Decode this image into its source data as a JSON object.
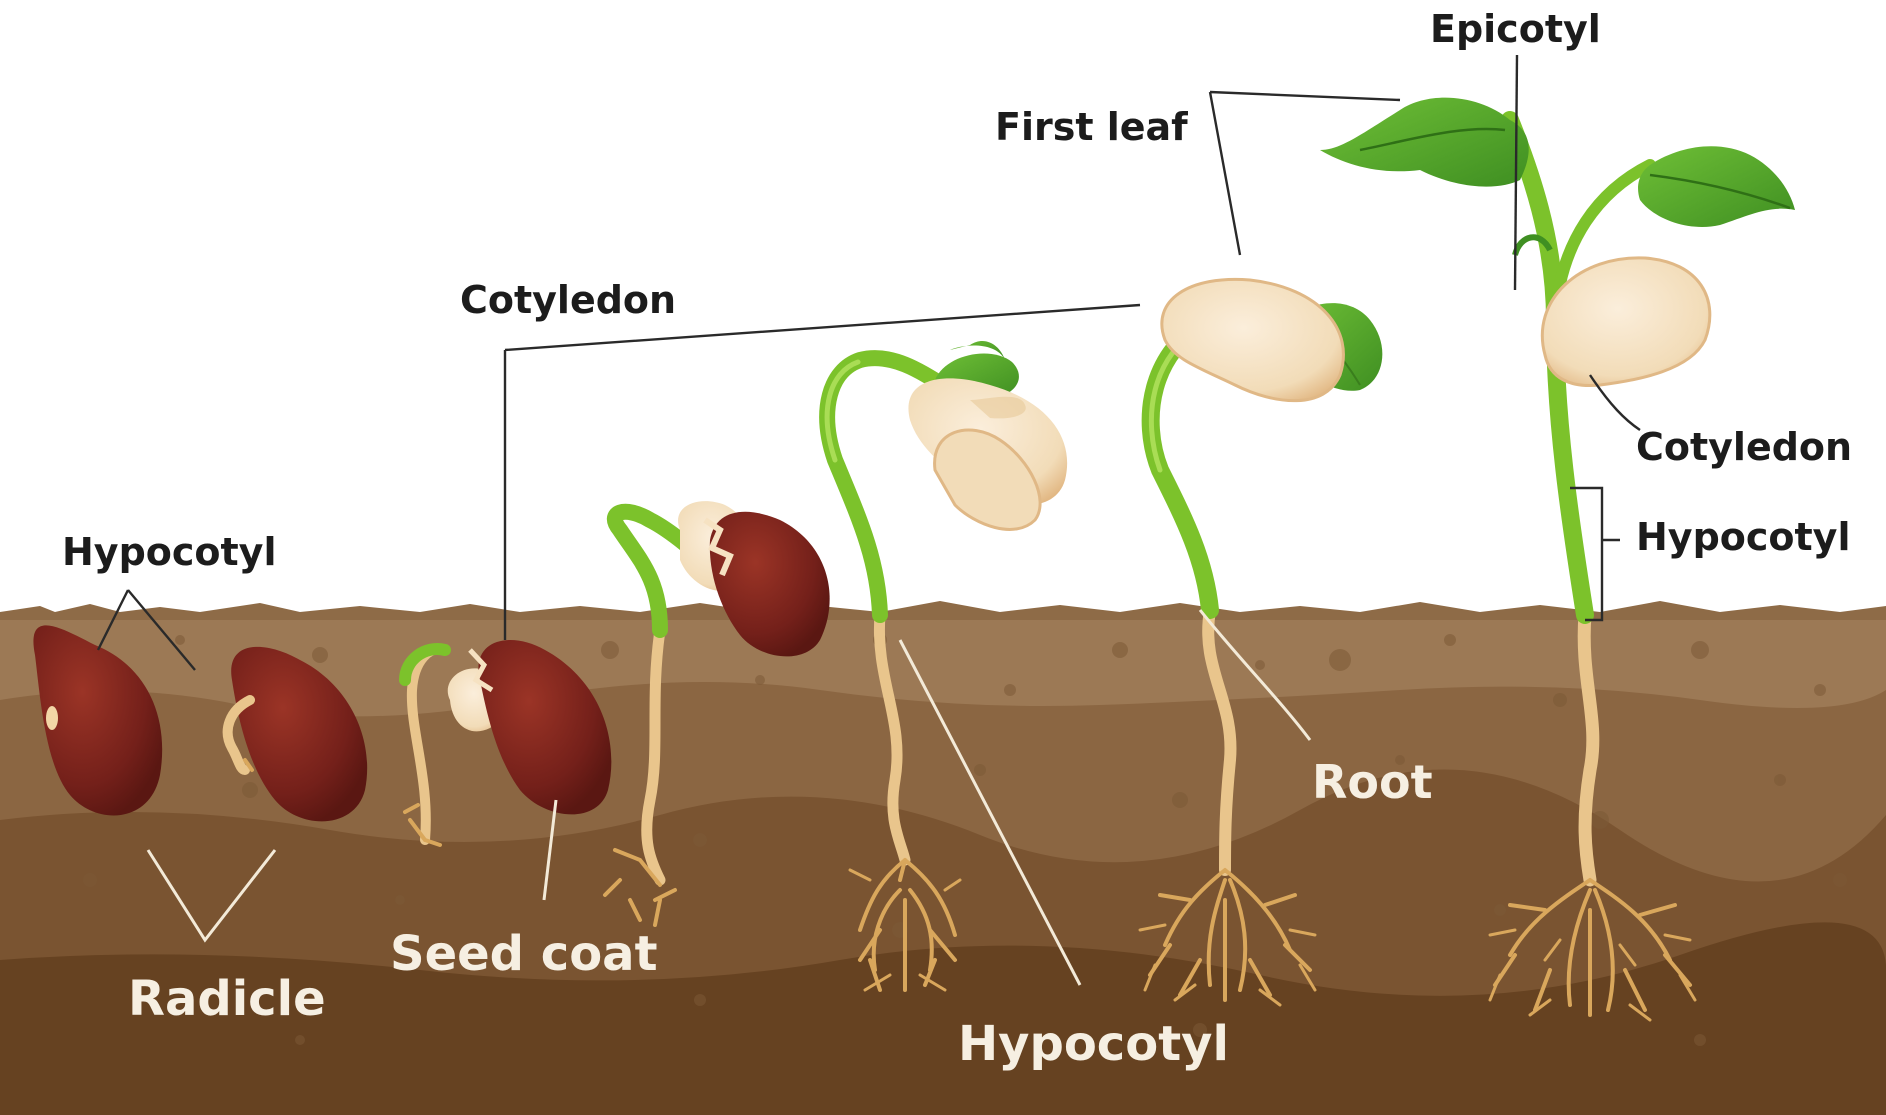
{
  "labels": {
    "epicotyl": "Epicotyl",
    "first_leaf": "First leaf",
    "cotyledon_left": "Cotyledon",
    "cotyledon_right": "Cotyledon",
    "hypocotyl_left": "Hypocotyl",
    "hypocotyl_right": "Hypocotyl",
    "hypocotyl_bottom": "Hypocotyl",
    "root": "Root",
    "seed_coat": "Seed coat",
    "radicle": "Radicle"
  },
  "colors": {
    "soil_top": "#9a7652",
    "soil_mid": "#84603d",
    "soil_deep": "#6a4523",
    "seed_coat": "#7a231b",
    "cotyledon": "#f6e2c2",
    "stem_green": "#7cc22b",
    "leaf_green": "#5aa829",
    "root": "#d9a75c"
  }
}
